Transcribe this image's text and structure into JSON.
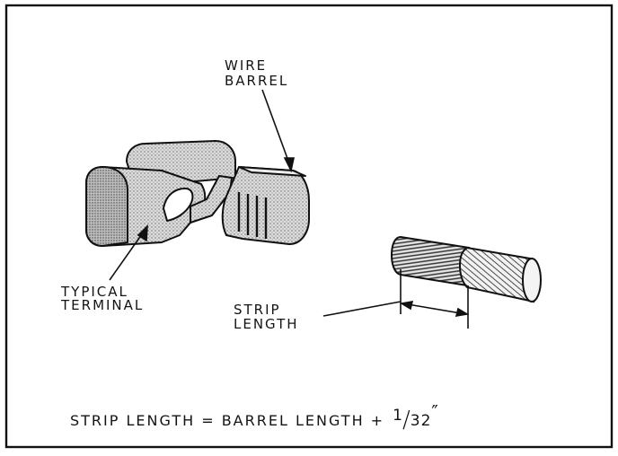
{
  "labels": {
    "wire_barrel": [
      "WIRE",
      "BARREL"
    ],
    "typical_terminal": [
      "TYPICAL",
      "TERMINAL"
    ],
    "strip_length": [
      "STRIP",
      "LENGTH"
    ]
  },
  "formula": {
    "left": "STRIP LENGTH = BARREL LENGTH + ",
    "numerator": "1",
    "slash": "/",
    "denominator": "32",
    "inch_mark": "″"
  }
}
